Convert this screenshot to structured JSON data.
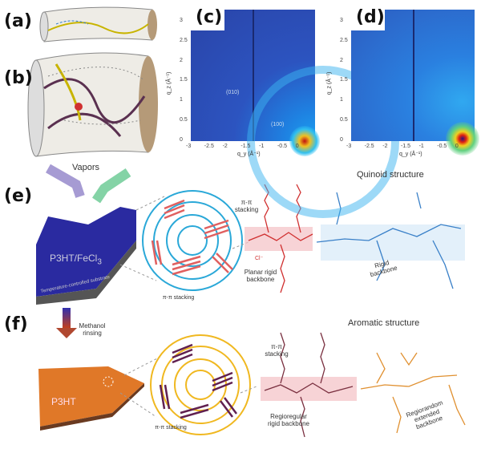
{
  "panels": {
    "a": "(a)",
    "b": "(b)",
    "c": "(c)",
    "d": "(d)",
    "e": "(e)",
    "f": "(f)"
  },
  "chart_data": [
    {
      "type": "heatmap",
      "panel": "c",
      "xlabel": "q_y (Å⁻¹)",
      "ylabel": "q_z (Å⁻¹)",
      "xlim": [
        -3,
        0.4
      ],
      "ylim": [
        0,
        3.3
      ],
      "xticks": [
        "-3",
        "-2.5",
        "-2",
        "-1.5",
        "-1",
        "-0.5",
        "0"
      ],
      "yticks": [
        "0",
        "0.5",
        "1",
        "1.5",
        "2",
        "2.5",
        "3"
      ],
      "annotations": [
        "(010)",
        "(100)"
      ]
    },
    {
      "type": "heatmap",
      "panel": "d",
      "xlabel": "q_y (Å⁻¹)",
      "ylabel": "q_z (Å⁻¹)",
      "xlim": [
        -3,
        0.4
      ],
      "ylim": [
        0,
        3.3
      ],
      "xticks": [
        "-3",
        "-2.5",
        "-2",
        "-1.5",
        "-1",
        "-0.5",
        "0"
      ],
      "yticks": [
        "0",
        "0.5",
        "1",
        "1.5",
        "2",
        "2.5",
        "3"
      ],
      "annotations": []
    }
  ],
  "e": {
    "vapors": "Vapors",
    "film": "P3HT/FeCl3",
    "film_main": "P3HT/FeCl",
    "film_sub": "3",
    "substrate": "Temperature-controlled substrate",
    "title": "Quinoid structure",
    "stacking1": "π-π stacking",
    "stacking2": "π-π stacking",
    "planar": "Planar rigid backbone",
    "rigid": "Rigid backbone",
    "cl": "Cl⁻"
  },
  "f": {
    "rinsing": "Methanol rinsing",
    "film": "P3HT",
    "title": "Aromatic structure",
    "stacking1": "π-π stacking",
    "stacking2": "π-π stacking",
    "regioregular": "Regioregular rigid backbone",
    "regiorandom": "Regiorandom extended backbone"
  }
}
